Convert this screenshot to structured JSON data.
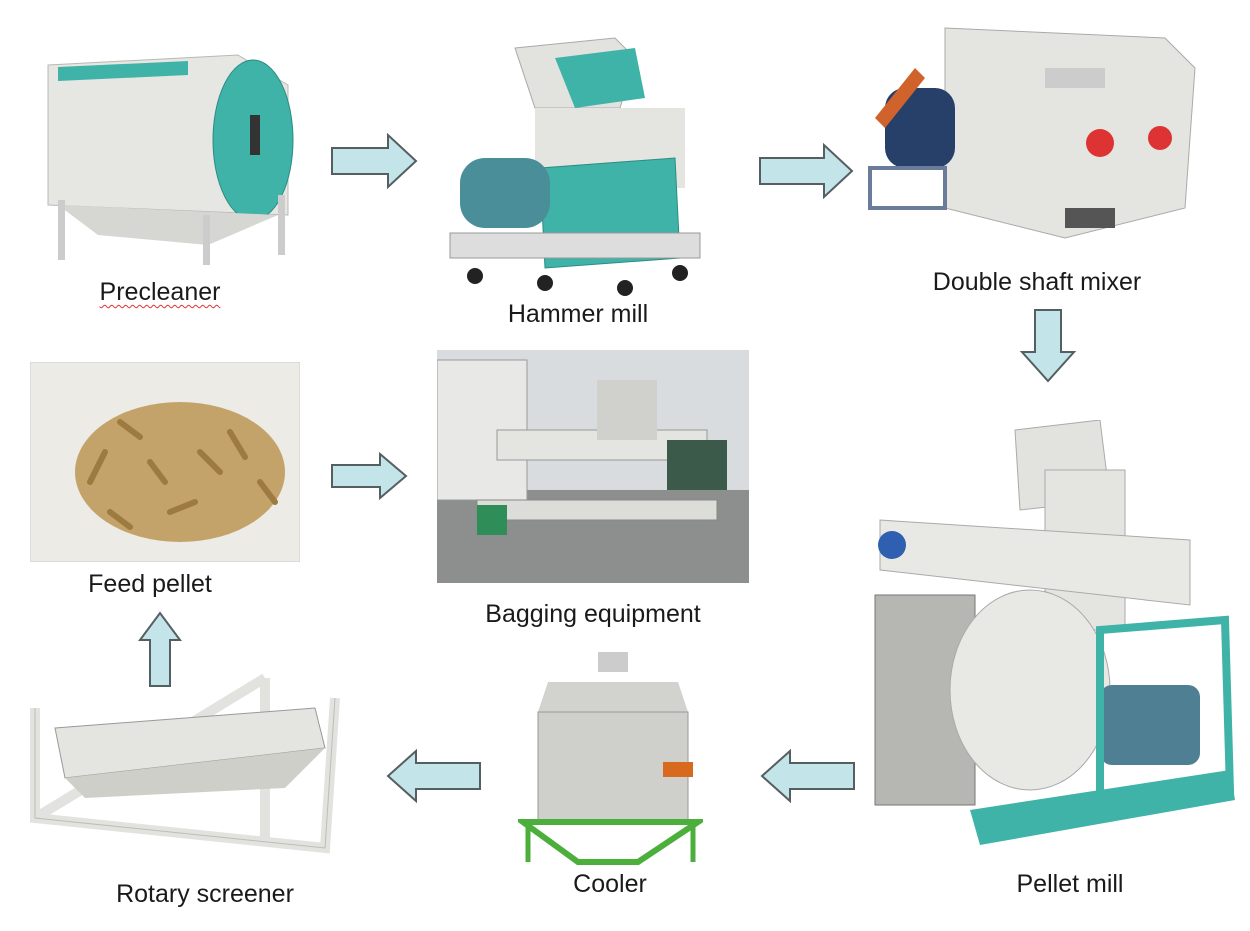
{
  "title": "Feed pellet production line",
  "stages": {
    "precleaner": "Precleaner",
    "hammer_mill": "Hammer mill",
    "mixer": "Double shaft mixer",
    "pellet_mill": "Pellet mill",
    "cooler": "Cooler",
    "rotary_screener": "Rotary screener",
    "feed_pellet": "Feed pellet",
    "bagging": "Bagging equipment"
  },
  "colors": {
    "arrow_fill": "#c3e4e8",
    "arrow_stroke": "#555e60",
    "machine_body": "#e4e4e0",
    "machine_accent": "#3fb3a8",
    "cooler_frame": "#4caf3c"
  }
}
